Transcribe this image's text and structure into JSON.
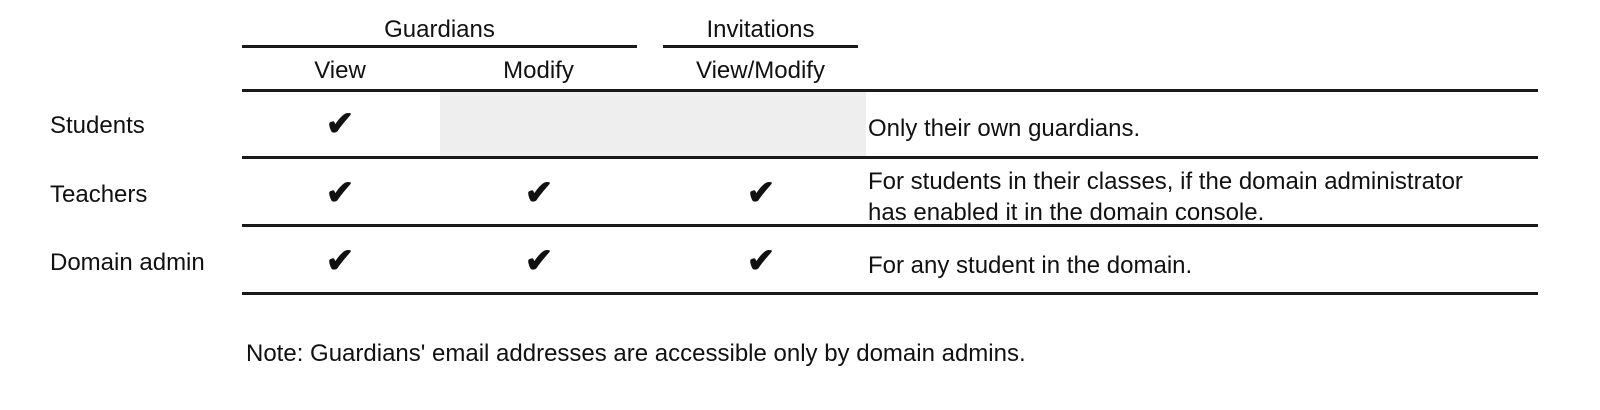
{
  "table": {
    "column_groups": [
      {
        "label": "Guardians",
        "spans": [
          "View",
          "Modify"
        ]
      },
      {
        "label": "Invitations",
        "spans": [
          "View/Modify"
        ]
      }
    ],
    "sub_headers": [
      "View",
      "Modify",
      "View/Modify"
    ],
    "row_header_label": "",
    "rows": [
      {
        "label": "Students",
        "guardians_view": "✔",
        "guardians_modify": "",
        "invitations_view_modify": "",
        "shaded": true,
        "description": "Only their own guardians."
      },
      {
        "label": "Teachers",
        "guardians_view": "✔",
        "guardians_modify": "✔",
        "invitations_view_modify": "✔",
        "shaded": false,
        "description_line1": "For students in their classes, if the domain administrator",
        "description_line2": "has enabled it in the domain console."
      },
      {
        "label": "Domain admin",
        "guardians_view": "✔",
        "guardians_modify": "✔",
        "invitations_view_modify": "✔",
        "shaded": false,
        "description": "For any student in the domain."
      }
    ]
  },
  "note": "Note: Guardians' email addresses are accessible only by domain admins.",
  "colors": {
    "text": "#111111",
    "rule": "#1a1a1a",
    "shade": "#eeeeee",
    "background": "#ffffff"
  },
  "icons": {
    "check": "✔"
  }
}
